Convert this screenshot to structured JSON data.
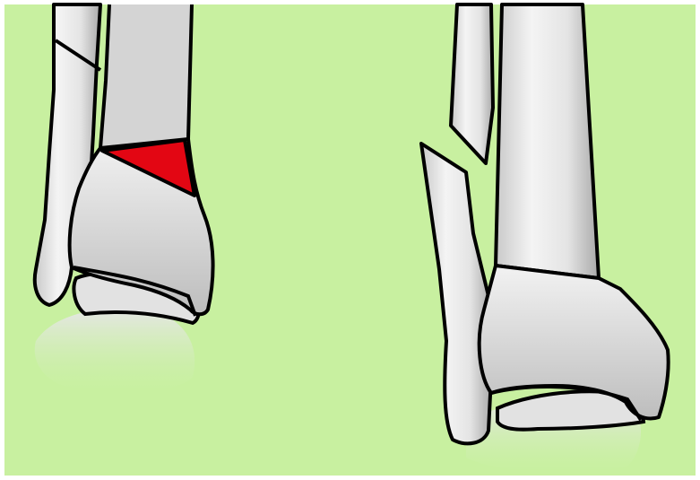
{
  "colors": {
    "background": "#c8f0a0",
    "frame": "#ffffff",
    "bone_light": "#f4f4f4",
    "bone_mid": "#d7d7d7",
    "bone_dark": "#9b9b9b",
    "highlight_fragment": "#e30613",
    "outline": "#000000",
    "gap_region": "#d4d4d4"
  },
  "panels": [
    {
      "view": "front",
      "highlight": "fracture-fragment"
    },
    {
      "view": "side",
      "highlight": "none"
    }
  ]
}
